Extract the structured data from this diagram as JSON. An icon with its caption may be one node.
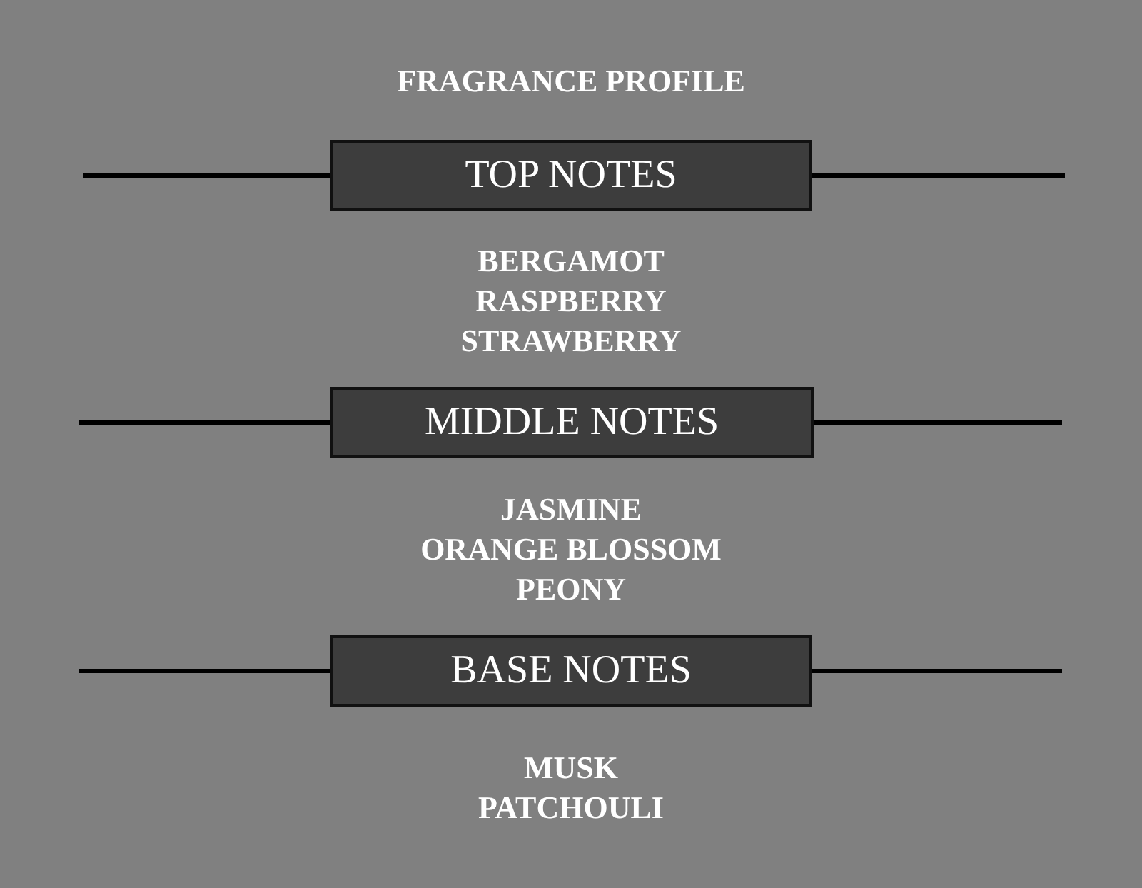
{
  "diagram": {
    "title": "FRAGRANCE PROFILE",
    "nodes": [
      {
        "text": [
          "TOP NOTES"
        ],
        "beside": [
          "BERGAMOT",
          "RASPBERRY",
          "STRAWBERRY"
        ]
      },
      {
        "text": [
          "MIDDLE NOTES"
        ],
        "beside": [
          "JASMINE",
          "ORANGE BLOSSOM",
          "PEONY"
        ]
      },
      {
        "text": [
          "BASE NOTES"
        ],
        "beside": [
          "MUSK",
          "PATCHOULI"
        ]
      }
    ]
  }
}
